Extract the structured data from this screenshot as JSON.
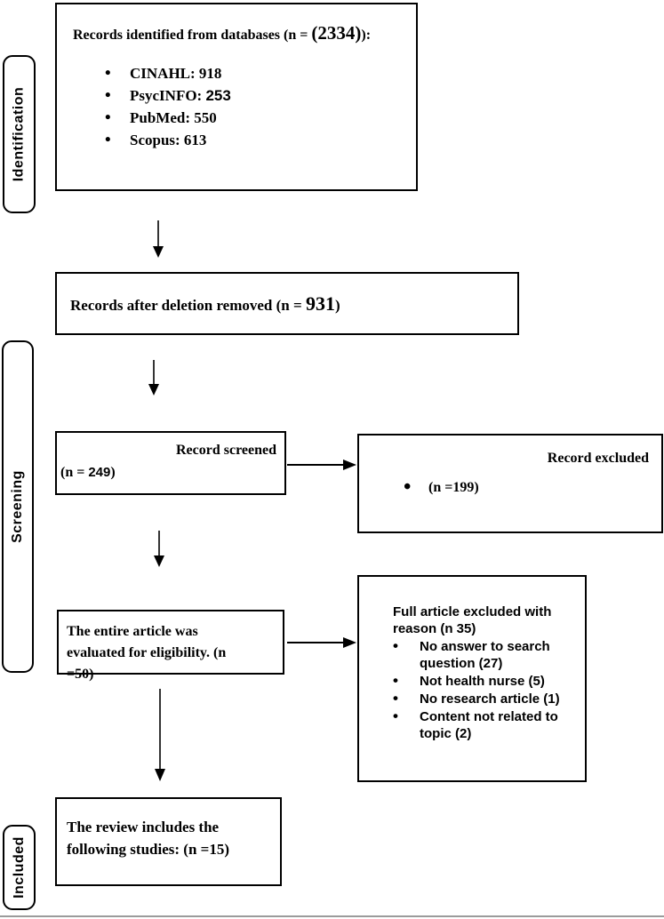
{
  "diagram": {
    "stages": {
      "identification": "Identification",
      "screening": "Screening",
      "included": "Included"
    },
    "glyphs": {
      "bullet": "•"
    },
    "identified": {
      "heading_pre": "Records identified from databases (n = ",
      "heading_big": "(2334)",
      "heading_post": "):",
      "bullets": [
        {
          "pre": "CINAHL: 918",
          "num": ""
        },
        {
          "pre": "PsycINFO: ",
          "num": "253"
        },
        {
          "pre": "PubMed: 550",
          "num": ""
        },
        {
          "pre": "Scopus: 613",
          "num": ""
        }
      ]
    },
    "deduped": {
      "pre": "Records after deletion removed (n = ",
      "big": "931",
      "post": ")"
    },
    "screened": {
      "title": "Record screened",
      "count_pre": "(n = ",
      "count_num": "249",
      "count_post": ")"
    },
    "excluded": {
      "title": "Record excluded",
      "count": "(n =199)"
    },
    "eligibility": {
      "lines": [
        "The entire article was",
        "evaluated for eligibility. (n",
        "=50)"
      ]
    },
    "full_text_excluded": {
      "heading_lines": [
        "Full article excluded with",
        "reason (n 35)"
      ],
      "bullets": [
        {
          "lines": [
            "No answer to search",
            "question (27)"
          ]
        },
        {
          "lines": [
            "Not health nurse (5)",
            ""
          ]
        },
        {
          "lines": [
            "No research article (1)",
            ""
          ]
        },
        {
          "lines": [
            "Content not related to",
            "topic (2)"
          ]
        }
      ]
    },
    "review": {
      "lines": [
        "The review includes the",
        "following studies: (n =15)"
      ]
    }
  }
}
